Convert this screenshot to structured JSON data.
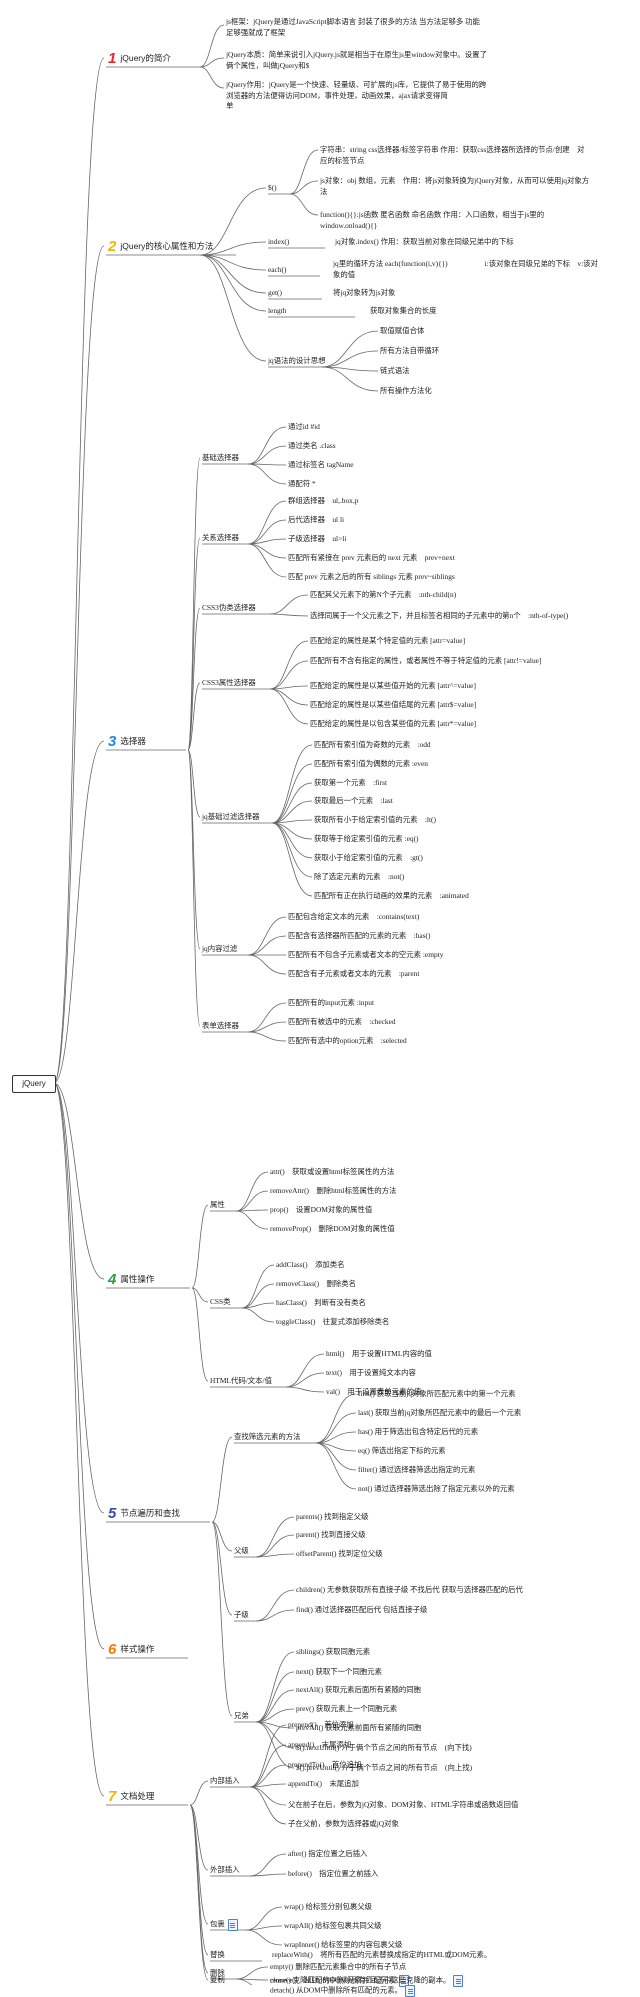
{
  "root": "jQuery",
  "sections": [
    {
      "num": "1",
      "label": "jQuery的简介"
    },
    {
      "num": "2",
      "label": "jQuery的核心属性和方法"
    },
    {
      "num": "3",
      "label": "选择器"
    },
    {
      "num": "4",
      "label": "属性操作"
    },
    {
      "num": "5",
      "label": "节点遍历和查找"
    },
    {
      "num": "6",
      "label": "样式操作"
    },
    {
      "num": "7",
      "label": "文档处理"
    }
  ],
  "s1": {
    "items": [
      "js框架：jQuery是通过JavaScript脚本语言 封装了很多的方法 当方法足够多 功能　　　　　　　　足够强就成了框架",
      "jQuery本质：简单来说引入jQuery.js就是相当于在原生js里window对象中。设置了　　　　　　　俩个属性，叫做jQuery和$",
      "jQuery作用：jQuery是一个快速、轻量级、可扩展的js库，它提供了易于使用的跨　　　　　　　　浏览器的方法便得访问DOM，事件处理，动画效果，ajax请求变得简　　　　　　　单"
    ]
  },
  "s2": {
    "dollar": "$()",
    "dollar_items": [
      "字符串：string css选择器/标签字符串 作用：获取css选择器所选择的节点/创建　对应的标签节点",
      "js对象：obj 数组，元素　作用：将js对象转换为jQuery对象，从而可以使用jq对象方法",
      "function(){}:js函数 匿名函数 命名函数 作用：入口函数，相当于js里的window.onload(){}"
    ],
    "index": "index()",
    "index_desc": "jq对象.index() 作用：获取当前对象在同级兄弟中的下标",
    "each": "each()",
    "each_desc": "jq里的循环方法 each(function(i,v){})　　　　　i:该对象在同级兄弟的下标　v:该对象的值",
    "get": "get()",
    "get_desc": "将jq对象转为js对象",
    "length": "length",
    "length_desc": "获取对象集合的长度",
    "idea": "jq语法的设计思想",
    "idea_items": [
      "取值赋值合体",
      "所有方法自带循环",
      "链式语法",
      "所有操作方法化"
    ]
  },
  "s3": {
    "basic": "基础选择器",
    "basic_items": [
      "通过id #id",
      "通过类名 .class",
      "通过标签名 tagName",
      "通配符 *"
    ],
    "relation": "关系选择器",
    "relation_items": [
      "群组选择器　ul,.box,p",
      "后代选择器　ul li",
      "子级选择器　ul>li",
      "匹配所有紧接在 prev 元素后的 next 元素　prev+next",
      "匹配 prev 元素之后的所有 siblings 元素 prev~siblings"
    ],
    "css3pseudo": "CSS3伪类选择器",
    "css3pseudo_items": [
      "匹配其父元素下的第N个子元素　:nth-child(n)",
      "选择同属于一个父元素之下，并且标签名相同的子元素中的第n个　:nth-of-type()"
    ],
    "css3attr": "CSS3属性选择器",
    "css3attr_items": [
      "匹配给定的属性是某个特定值的元素 [attr=value]",
      "匹配所有不含有指定的属性，或者属性不等于特定值的元素 [attr!=value]",
      "匹配给定的属性是以某些值开始的元素 [attr^=value]",
      "匹配给定的属性是以某些值结尾的元素 [attr$=value]",
      "匹配给定的属性是以包含某些值的元素 [attr*=value]"
    ],
    "jqfilter": "jq基础过滤选择器",
    "jqfilter_items": [
      "匹配所有索引值为奇数的元素　:odd",
      "匹配所有索引值为偶数的元素 :even",
      "获取第一个元素　:first",
      "获取最后一个元素　:last",
      "获取所有小于给定索引值的元素　:lt()",
      "获取等于给定索引值的元素 :eq()",
      "获取小于给定索引值的元素　:gt()",
      "除了选定元素的元素　:not()",
      "匹配所有正在执行动画的效果的元素　:animated"
    ],
    "jqcontent": "jq内容过滤",
    "jqcontent_items": [
      "匹配包含给定文本的元素　:contains(text)",
      "匹配含有选择器所匹配的元素的元素　:has()",
      "匹配所有不包含子元素或者文本的空元素 :empty",
      "匹配含有子元素或者文本的元素　:parent"
    ],
    "form": "表单选择器",
    "form_items": [
      "匹配所有的input元素 :input",
      "匹配所有被选中的元素　:checked",
      "匹配所有选中的option元素　:selected"
    ]
  },
  "s4": {
    "attr": "属性",
    "attr_items": [
      "attr()　获取或设置html标签属性的方法",
      "removeAttr()　删除html标签属性的方法",
      "prop()　设置DOM对象的属性值",
      "removeProp()　删除DOM对象的属性值"
    ],
    "cssclass": "CSS类",
    "cssclass_items": [
      "addClass()　添加类名",
      "removeClass()　删除类名",
      "hasClass()　判断有没有类名",
      "toggleClass()　往复式添加移除类名"
    ],
    "html": "HTML代码/文本/值",
    "html_items": [
      "html()　用于设置HTML内容的值",
      "text()　用于设置纯文本内容",
      "val()　用于设置表单元素的值"
    ]
  },
  "s5": {
    "filter": "查找筛选元素的方法",
    "filter_items": [
      "first() 获取当前jq对象所匹配元素中的第一个元素",
      "last() 获取当前jq对象所匹配元素中的最后一个元素",
      "has() 用于筛选出包含特定后代的元素",
      "eq() 筛选出指定下标的元素",
      "filter() 通过选择器筛选出指定的元素",
      "not() 通过选择器筛选出除了指定元素以外的元素"
    ],
    "parent": "父级",
    "parent_items": [
      "parents() 找到指定父级",
      "parent() 找到直接父级",
      "offsetParent() 找到定位父级"
    ],
    "child": "子级",
    "child_items": [
      "children() 无参数获取所有直接子级 不找后代 获取与选择器匹配的后代",
      "find() 通过选择器匹配后代 包括直接子级"
    ],
    "sibling": "兄弟",
    "sibling_items": [
      "siblings() 获取同胞元素",
      "next() 获取下一个同胞元素",
      "nextAll() 获取元素后面所有紧随的同胞",
      "prev() 获取元素上一个同胞元素",
      "prevAll() 获取元素前面所有紧随的同胞",
      "$().nextUntil() 介于俩个节点之间的所有节点　(向下找)",
      "$().prevUntil() 介于俩个节点之间的所有节点　(向上找)"
    ]
  },
  "s7": {
    "inner": "内部插入",
    "inner_items": [
      "prepend()　首位添加",
      "append()　末尾添加",
      "prependTo()　首位追加",
      "appendTo()　末尾追加",
      "父在前子在后，参数为jQ对象、DOM对象、HTML字符串或函数返回值",
      "子在父前，参数为选择器或jQ对象"
    ],
    "outer": "外部插入",
    "outer_items": [
      "after() 指定位置之后插入",
      "before()　指定位置之前插入"
    ],
    "wrap": "包裹",
    "wrap_items": [
      "wrap() 给标签分别包裹父级",
      "wrapAll() 给标签包裹共同父级",
      "wrapInner() 给标签里的内容包裹父级"
    ],
    "replace": "替换",
    "replace_desc": "replaceWith()　将所有匹配的元素替换成指定的HTML或DOM元素。",
    "delete": "删除",
    "delete_items": [
      "empty() 删除匹配元素集合中的所有子节点",
      "remove()　从DOM中删除所有匹配元素",
      "detach() 从DOM中删除所有匹配的元素。"
    ],
    "copy": "复制",
    "copy_desc": "clone() 克隆匹配的DOM元素并且选中这些克隆的副本。"
  }
}
